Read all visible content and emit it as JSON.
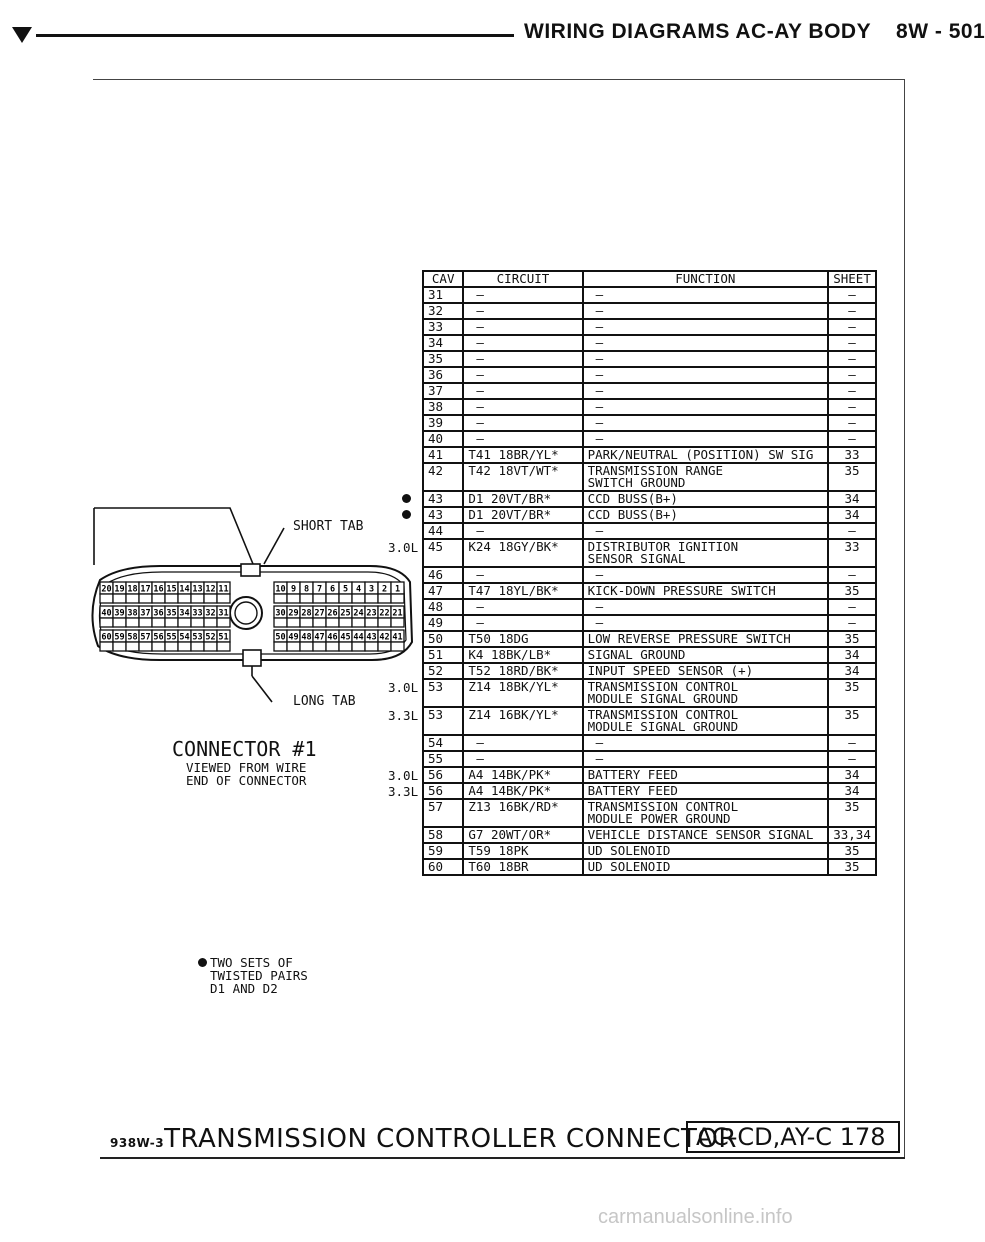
{
  "header": {
    "title": "WIRING DIAGRAMS AC-AY BODY    8W - 501"
  },
  "table": {
    "headers": {
      "cav": "CAV",
      "circuit": "CIRCUIT",
      "function": "FUNCTION",
      "sheet": "SHEET"
    },
    "rows": [
      {
        "cav": "31",
        "circuit": "—",
        "function": [
          "—"
        ],
        "sheet": "—"
      },
      {
        "cav": "32",
        "circuit": "—",
        "function": [
          "—"
        ],
        "sheet": "—"
      },
      {
        "cav": "33",
        "circuit": "—",
        "function": [
          "—"
        ],
        "sheet": "—"
      },
      {
        "cav": "34",
        "circuit": "—",
        "function": [
          "—"
        ],
        "sheet": "—"
      },
      {
        "cav": "35",
        "circuit": "—",
        "function": [
          "—"
        ],
        "sheet": "—"
      },
      {
        "cav": "36",
        "circuit": "—",
        "function": [
          "—"
        ],
        "sheet": "—"
      },
      {
        "cav": "37",
        "circuit": "—",
        "function": [
          "—"
        ],
        "sheet": "—"
      },
      {
        "cav": "38",
        "circuit": "—",
        "function": [
          "—"
        ],
        "sheet": "—"
      },
      {
        "cav": "39",
        "circuit": "—",
        "function": [
          "—"
        ],
        "sheet": "—"
      },
      {
        "cav": "40",
        "circuit": "—",
        "function": [
          "—"
        ],
        "sheet": "—"
      },
      {
        "cav": "41",
        "circuit": "T41 18BR/YL*",
        "function": [
          "PARK/NEUTRAL (POSITION) SW SIG"
        ],
        "sheet": "33"
      },
      {
        "cav": "42",
        "circuit": "T42 18VT/WT*",
        "function": [
          "TRANSMISSION RANGE",
          "SWITCH GROUND"
        ],
        "sheet": "35"
      },
      {
        "cav": "43",
        "circuit": "D1 20VT/BR*",
        "function": [
          "CCD BUSS(B+)"
        ],
        "sheet": "34",
        "bullet": true
      },
      {
        "cav": "43",
        "circuit": "D1 20VT/BR*",
        "function": [
          "CCD BUSS(B+)"
        ],
        "sheet": "34",
        "bullet": true
      },
      {
        "cav": "44",
        "circuit": "—",
        "function": [
          "—"
        ],
        "sheet": "—"
      },
      {
        "cav": "45",
        "circuit": "K24 18GY/BK*",
        "function": [
          "DISTRIBUTOR IGNITION",
          "SENSOR SIGNAL"
        ],
        "sheet": "33",
        "side": "3.0L"
      },
      {
        "cav": "46",
        "circuit": "—",
        "function": [
          "—"
        ],
        "sheet": "—"
      },
      {
        "cav": "47",
        "circuit": "T47 18YL/BK*",
        "function": [
          "KICK-DOWN PRESSURE SWITCH"
        ],
        "sheet": "35"
      },
      {
        "cav": "48",
        "circuit": "—",
        "function": [
          "—"
        ],
        "sheet": "—"
      },
      {
        "cav": "49",
        "circuit": "—",
        "function": [
          "—"
        ],
        "sheet": "—"
      },
      {
        "cav": "50",
        "circuit": "T50 18DG",
        "function": [
          "LOW REVERSE PRESSURE SWITCH"
        ],
        "sheet": "35"
      },
      {
        "cav": "51",
        "circuit": "K4 18BK/LB*",
        "function": [
          "SIGNAL GROUND"
        ],
        "sheet": "34"
      },
      {
        "cav": "52",
        "circuit": "T52 18RD/BK*",
        "function": [
          "INPUT SPEED SENSOR (+)"
        ],
        "sheet": "34"
      },
      {
        "cav": "53",
        "circuit": "Z14 18BK/YL*",
        "function": [
          "TRANSMISSION CONTROL",
          "MODULE SIGNAL GROUND"
        ],
        "sheet": "35",
        "side": "3.0L"
      },
      {
        "cav": "53",
        "circuit": "Z14 16BK/YL*",
        "function": [
          "TRANSMISSION CONTROL",
          "MODULE SIGNAL GROUND"
        ],
        "sheet": "35",
        "side": "3.3L"
      },
      {
        "cav": "54",
        "circuit": "—",
        "function": [
          "—"
        ],
        "sheet": "—"
      },
      {
        "cav": "55",
        "circuit": "—",
        "function": [
          "—"
        ],
        "sheet": "—"
      },
      {
        "cav": "56",
        "circuit": "A4 14BK/PK*",
        "function": [
          "BATTERY FEED"
        ],
        "sheet": "34",
        "side": "3.0L"
      },
      {
        "cav": "56",
        "circuit": "A4 14BK/PK*",
        "function": [
          "BATTERY FEED"
        ],
        "sheet": "34",
        "side": "3.3L"
      },
      {
        "cav": "57",
        "circuit": "Z13 16BK/RD*",
        "function": [
          "TRANSMISSION CONTROL",
          "MODULE POWER GROUND"
        ],
        "sheet": "35"
      },
      {
        "cav": "58",
        "circuit": "G7 20WT/OR*",
        "function": [
          "VEHICLE DISTANCE SENSOR SIGNAL"
        ],
        "sheet": "33,34"
      },
      {
        "cav": "59",
        "circuit": "T59 18PK",
        "function": [
          "UD SOLENOID"
        ],
        "sheet": "35"
      },
      {
        "cav": "60",
        "circuit": "T60 18BR",
        "function": [
          "UD SOLENOID"
        ],
        "sheet": "35"
      }
    ]
  },
  "connector": {
    "short_tab": "SHORT TAB",
    "long_tab": "LONG TAB",
    "title": "CONNECTOR #1",
    "subtitle_1": "VIEWED FROM WIRE",
    "subtitle_2": "END OF CONNECTOR",
    "pins_row1_left": [
      "20",
      "19",
      "18",
      "17",
      "16",
      "15",
      "14",
      "13",
      "12",
      "11"
    ],
    "pins_row1_right": [
      "10",
      "9",
      "8",
      "7",
      "6",
      "5",
      "4",
      "3",
      "2",
      "1"
    ],
    "pins_row2_left": [
      "40",
      "39",
      "38",
      "37",
      "36",
      "35",
      "34",
      "33",
      "32",
      "31"
    ],
    "pins_row2_right": [
      "30",
      "29",
      "28",
      "27",
      "26",
      "25",
      "24",
      "23",
      "22",
      "21"
    ],
    "pins_row3_left": [
      "60",
      "59",
      "58",
      "57",
      "56",
      "55",
      "54",
      "53",
      "52",
      "51"
    ],
    "pins_row3_right": [
      "50",
      "49",
      "48",
      "47",
      "46",
      "45",
      "44",
      "43",
      "42",
      "41"
    ]
  },
  "note": {
    "line1": "TWO SETS OF",
    "line2": "TWISTED PAIRS",
    "line3": "D1 AND D2"
  },
  "footer": {
    "code": "938W-3",
    "title": "TRANSMISSION CONTROLLER CONNECTOR",
    "ref": "AC-CD,AY-C 178"
  },
  "watermark": "carmanualsonline.info"
}
